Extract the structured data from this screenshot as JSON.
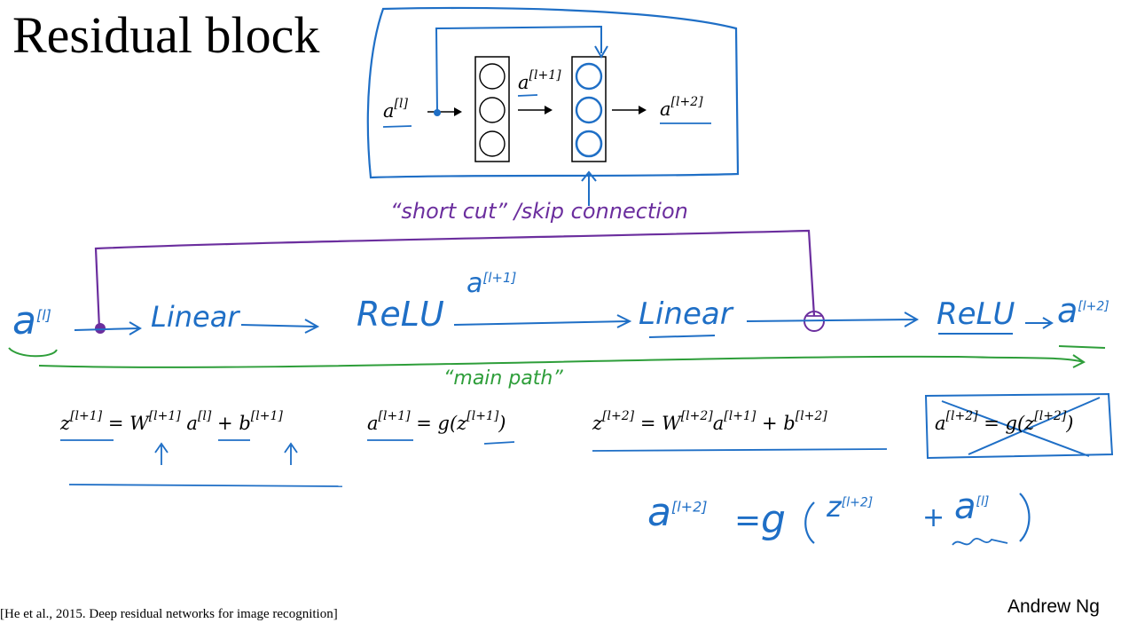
{
  "title": "Residual block",
  "citation": "[He et al., 2015. Deep residual networks for image recognition]",
  "author": "Andrew Ng",
  "colors": {
    "ink": "#000000",
    "blue": "#1f6fc6",
    "purple": "#6b2e9e",
    "green": "#2e9e3a"
  },
  "network": {
    "input_label": "a",
    "input_sup": "[l]",
    "hidden_label": "a",
    "hidden_sup": "[l+1]",
    "output_label": "a",
    "output_sup": "[l+2]"
  },
  "annotations": {
    "shortcut": "“short cut” /skip connection",
    "main_path": "“main path”"
  },
  "path": {
    "input": "a",
    "input_sup": "[l]",
    "linear1": "Linear",
    "relu1": "ReLU",
    "mid": "a",
    "mid_sup": "[l+1]",
    "linear2": "Linear",
    "relu2": "ReLU",
    "output": "a",
    "output_sup": "[l+2]"
  },
  "equations": {
    "eq1": {
      "lhs": "z",
      "lhs_sup": "[l+1]",
      "w": "W",
      "w_sup": "[l+1]",
      "a": "a",
      "a_sup": "[l]",
      "b": "b",
      "b_sup": "[l+1]"
    },
    "eq2": {
      "lhs": "a",
      "lhs_sup": "[l+1]",
      "rhs": "g(z",
      "rhs_sup": "[l+1]",
      "close": ")"
    },
    "eq3": {
      "lhs": "z",
      "lhs_sup": "[l+2]",
      "w": "W",
      "w_sup": "[l+2]",
      "a": "a",
      "a_sup": "[l+1]",
      "b": "b",
      "b_sup": "[l+2]"
    },
    "eq4": {
      "lhs": "a",
      "lhs_sup": "[l+2]",
      "rhs": "g(z",
      "rhs_sup": "[l+2]",
      "close": ")"
    },
    "eq5": {
      "lhs": "a",
      "lhs_sup": "[l+2]",
      "g": "g",
      "z": "z",
      "z_sup": "[l+2]",
      "a": "a",
      "a_sup": "[l]"
    }
  },
  "icons": [
    "neuron-circle",
    "arrow-right",
    "arrow-up",
    "sum-node"
  ]
}
